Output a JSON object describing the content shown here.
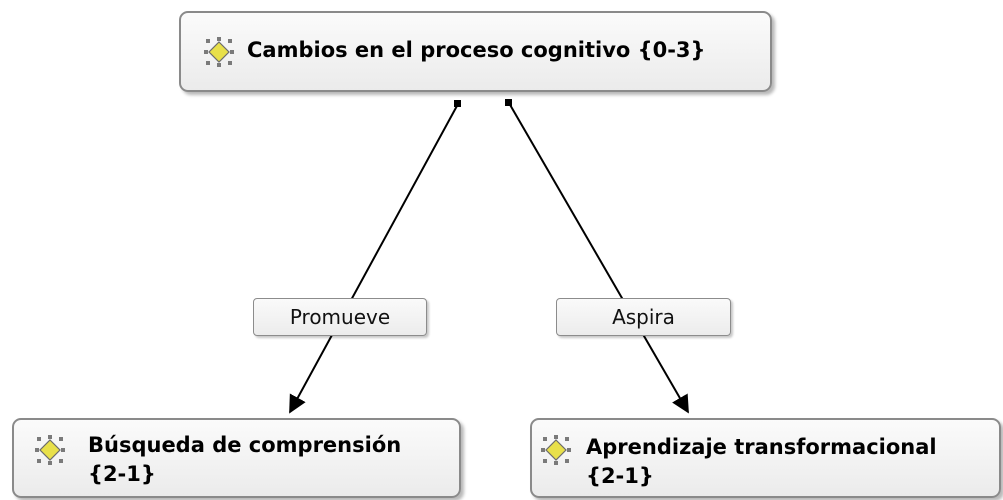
{
  "nodes": {
    "top": {
      "title": "Cambios en el proceso cognitivo {0-3}",
      "icon": "code-family-icon"
    },
    "left": {
      "line1": "Búsqueda de comprensión",
      "line2": "{2-1}",
      "icon": "code-family-icon"
    },
    "right": {
      "line1": "Aprendizaje transformacional",
      "line2": "{2-1}",
      "icon": "code-family-icon"
    }
  },
  "relations": {
    "promueve": {
      "label": "Promueve",
      "from": "top",
      "to": "left"
    },
    "aspira": {
      "label": "Aspira",
      "from": "top",
      "to": "right"
    }
  },
  "colors": {
    "icon_yellow": "#e8e04a",
    "icon_outline": "#6b6b6b",
    "node_border": "#8a8a8a",
    "edge": "#000000"
  }
}
